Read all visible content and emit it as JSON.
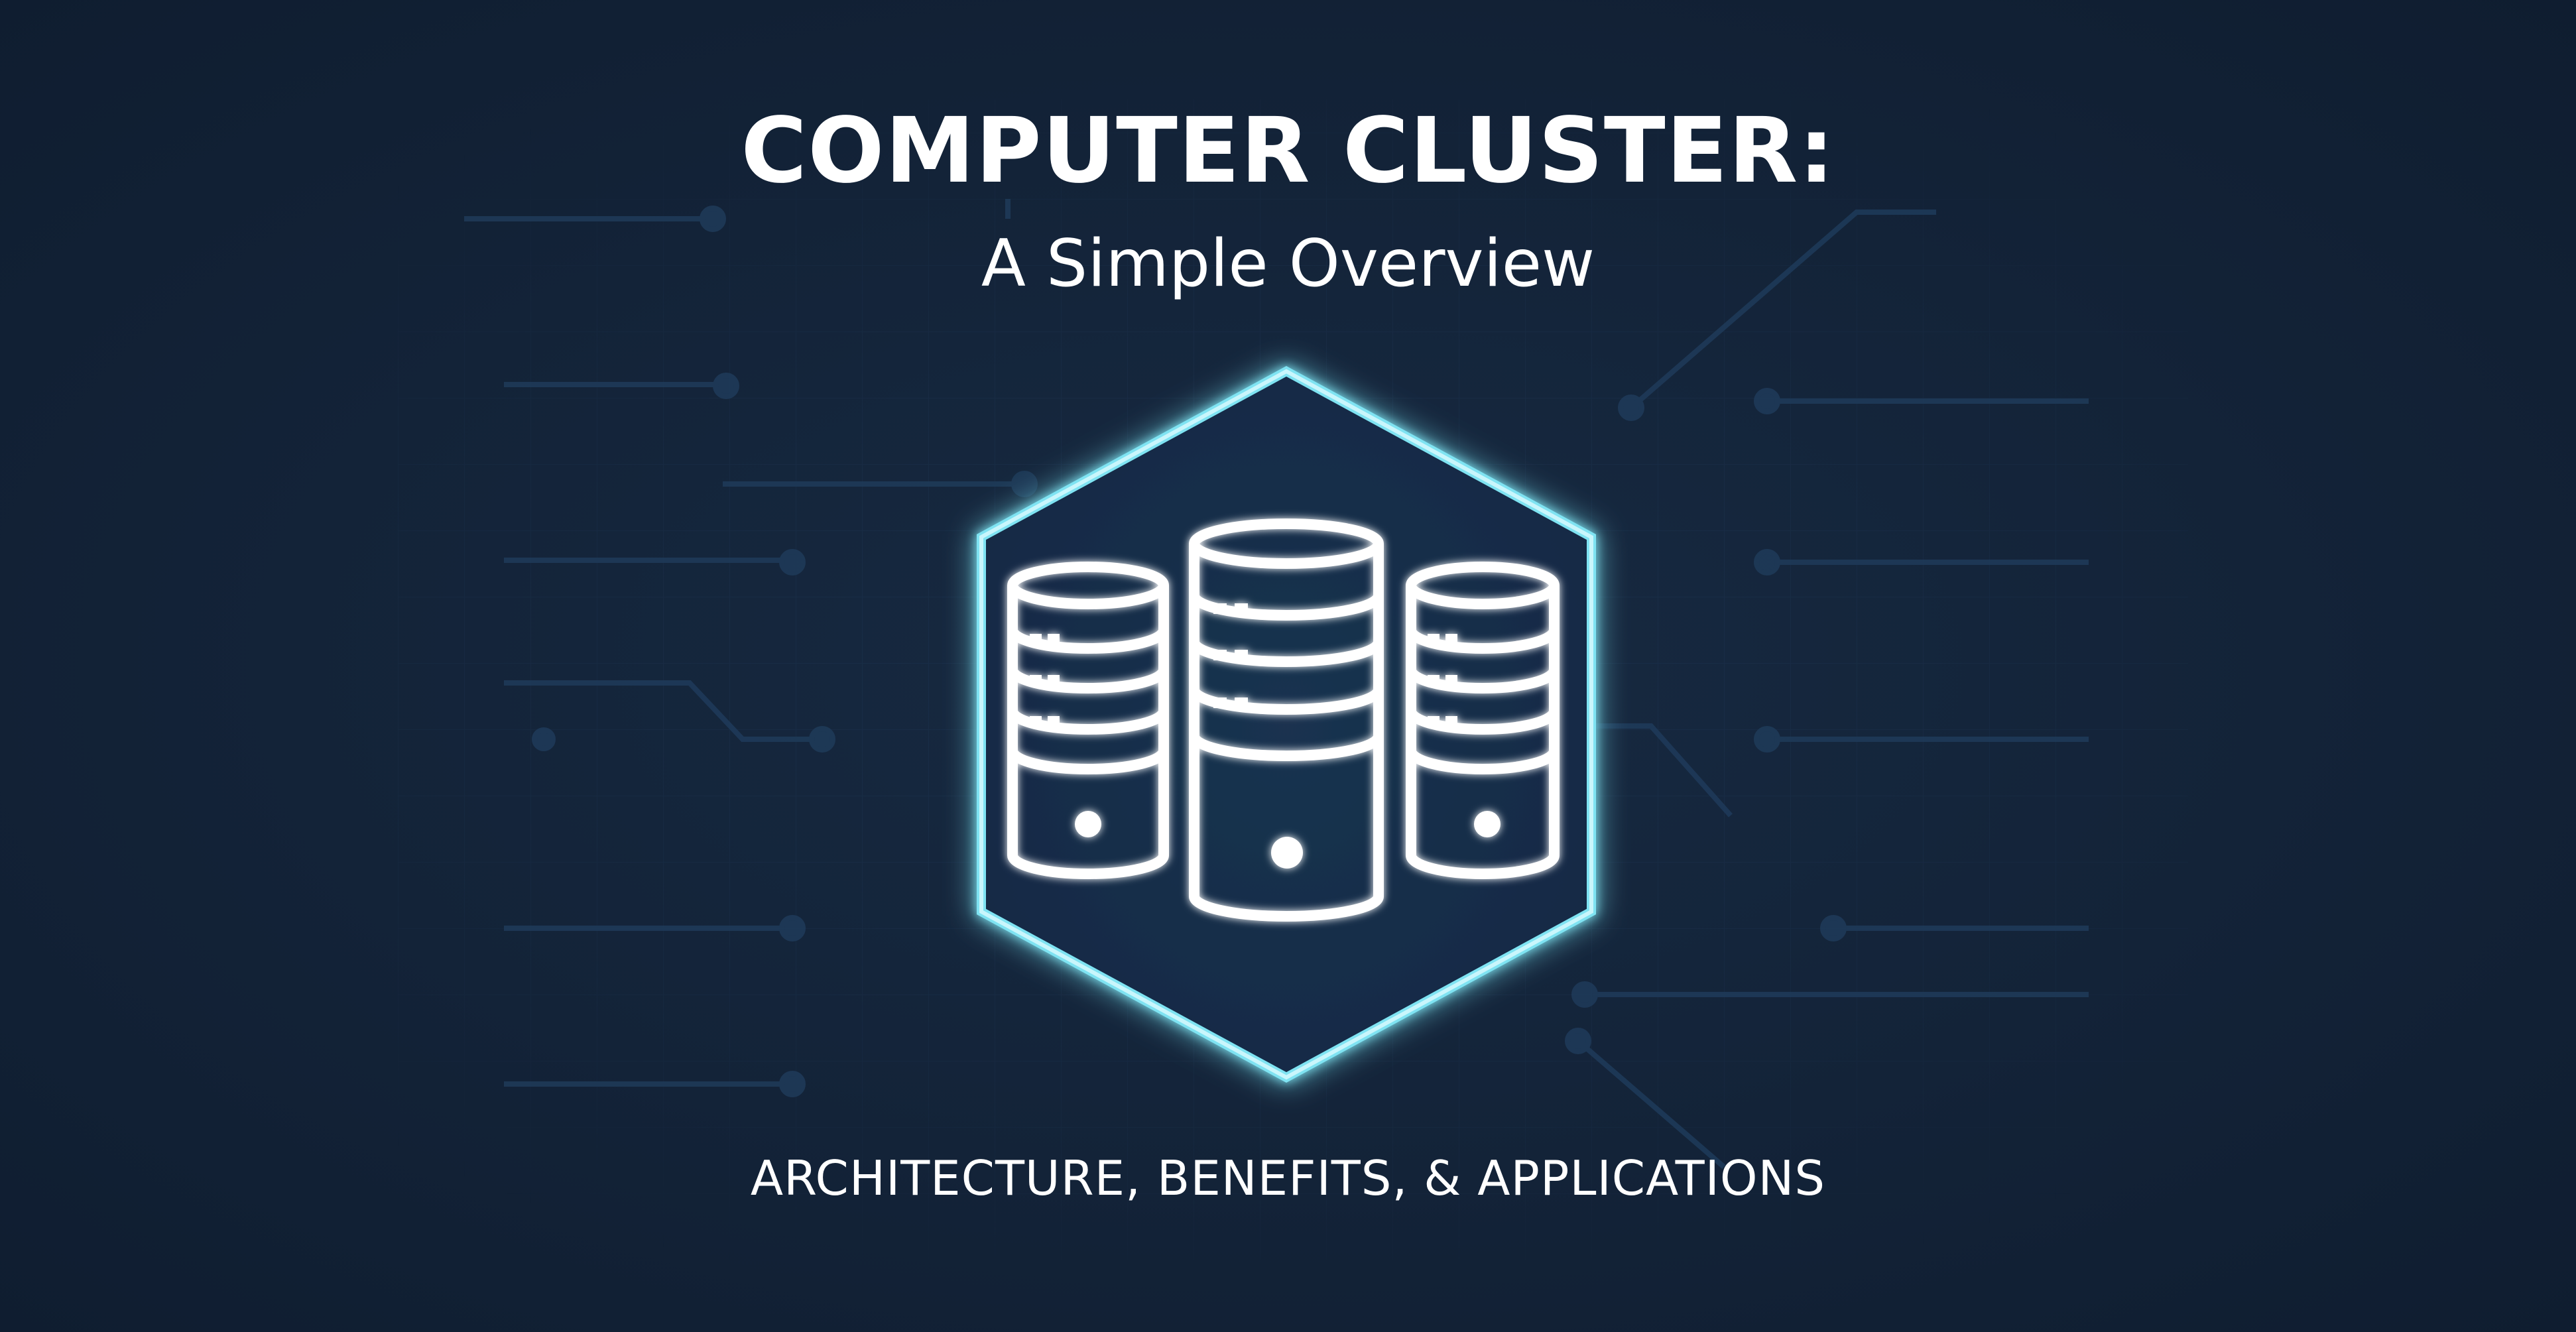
{
  "header": {
    "title": "COMPUTER CLUSTER:",
    "subtitle": "A Simple Overview"
  },
  "footer": {
    "tagline": "ARCHITECTURE, BENEFITS, & APPLICATIONS"
  },
  "emblem": {
    "icon": "server-cluster-icon",
    "server_count": 3
  },
  "colors": {
    "background": "#132338",
    "glow": "#7fe3f2",
    "icon_stroke": "#ffffff",
    "text": "#ffffff",
    "circuit": "#1f3b5a"
  }
}
